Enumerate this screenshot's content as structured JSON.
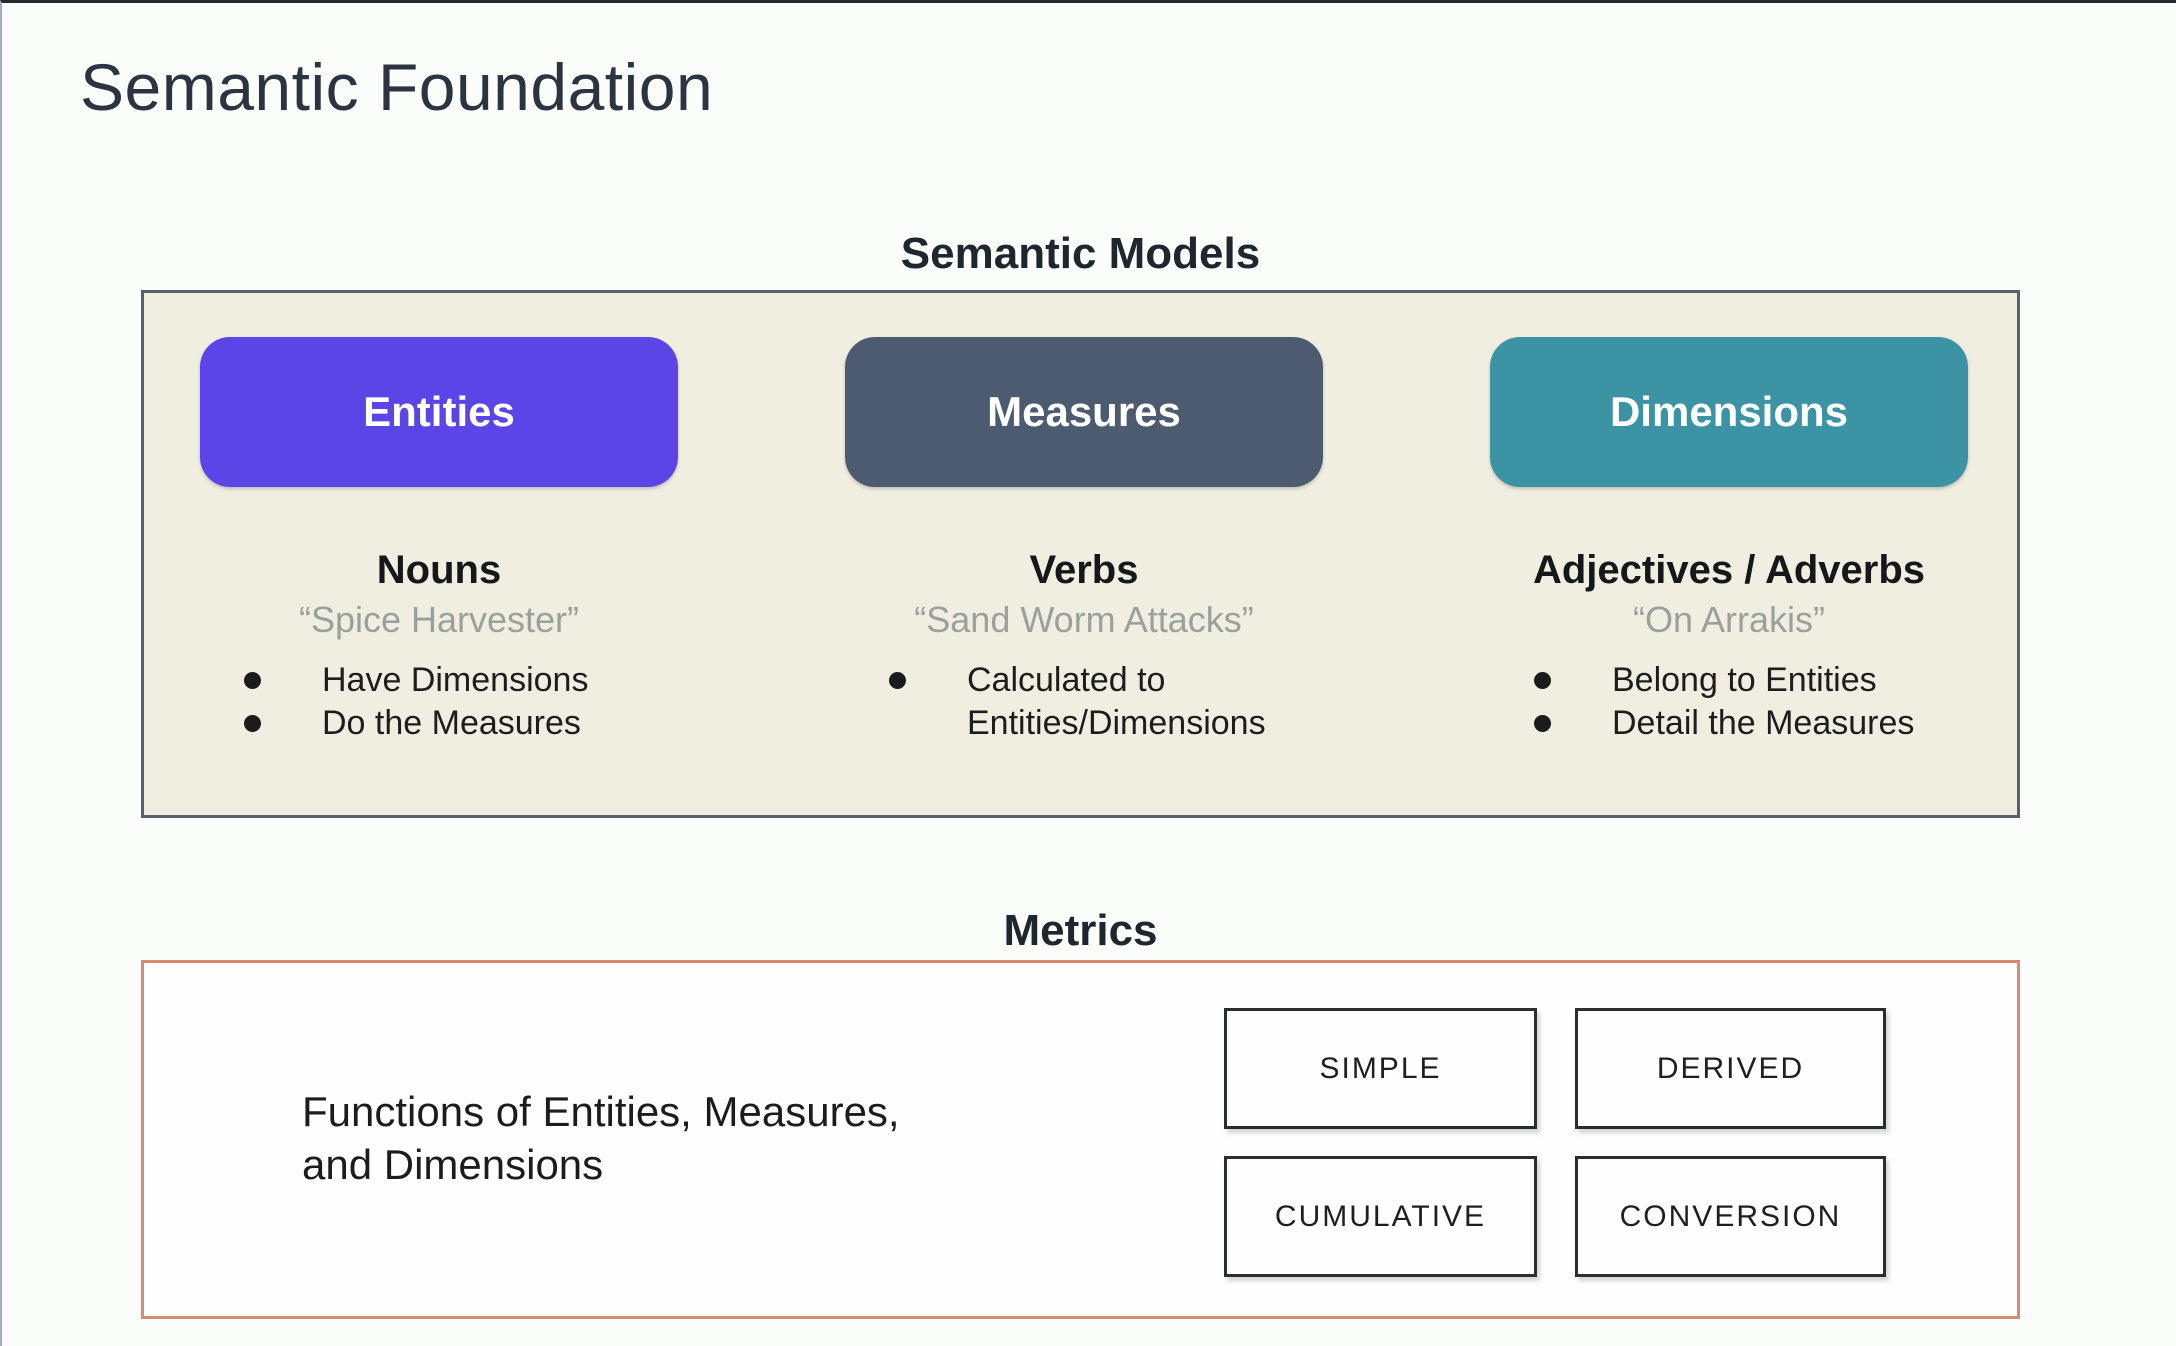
{
  "slide": {
    "title": "Semantic Foundation"
  },
  "models": {
    "heading": "Semantic Models",
    "columns": [
      {
        "button": "Entities",
        "button_color": "#5b45e6",
        "part_of_speech": "Nouns",
        "example": "“Spice Harvester”",
        "bullets": [
          "Have Dimensions",
          "Do the Measures"
        ]
      },
      {
        "button": "Measures",
        "button_color": "#4d5b70",
        "part_of_speech": "Verbs",
        "example": "“Sand Worm Attacks”",
        "bullets": [
          "Calculated to Entities/Dimensions"
        ]
      },
      {
        "button": "Dimensions",
        "button_color": "#3c93a4",
        "part_of_speech": "Adjectives / Adverbs",
        "example": "“On Arrakis”",
        "bullets": [
          "Belong to Entities",
          "Detail the Measures"
        ]
      }
    ]
  },
  "metrics": {
    "heading": "Metrics",
    "description_lines": [
      "Functions of Entities, Measures,",
      "and Dimensions"
    ],
    "types": [
      "SIMPLE",
      "DERIVED",
      "CUMULATIVE",
      "CONVERSION"
    ]
  },
  "colors": {
    "models_panel_bg": "#f0eee1",
    "models_panel_border": "#57616b",
    "metrics_panel_border": "#d98a73",
    "quote_text": "#9aa09b",
    "entities_accent": "#5b45e6",
    "measures_accent": "#4d5b70",
    "dimensions_accent": "#3c93a4"
  }
}
